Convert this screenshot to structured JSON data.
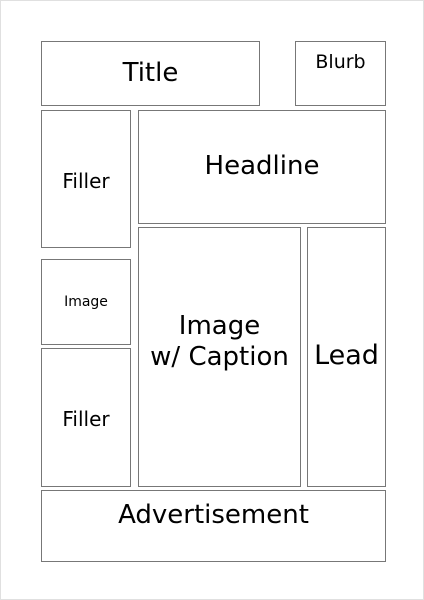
{
  "layout": {
    "title": "Title",
    "blurb": "Blurb",
    "filler_top": "Filler",
    "headline": "Headline",
    "image": "Image",
    "filler_bottom": "Filler",
    "image_caption": {
      "line1": "Image",
      "line2": "w/ Caption"
    },
    "lead": "Lead",
    "advertisement": "Advertisement"
  }
}
